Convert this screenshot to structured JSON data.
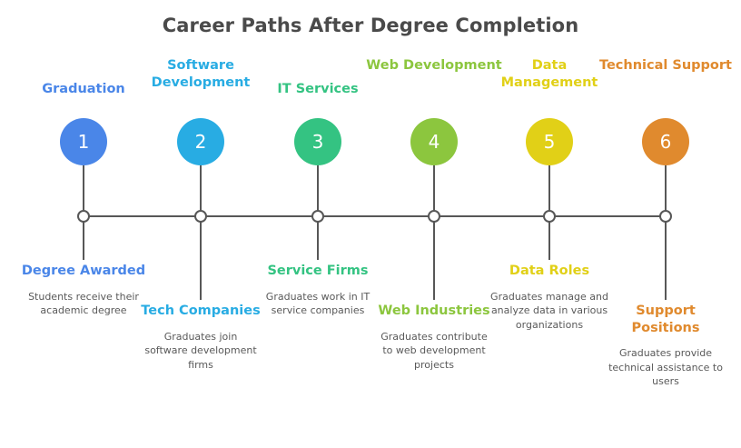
{
  "title": "Career Paths After Degree Completion",
  "title_color": "#4a4a4a",
  "axis_color": "#575757",
  "description_color": "#595959",
  "columns": [
    {
      "heading": "Graduation",
      "number": "1",
      "color": "#4a86e8",
      "block_title": "Degree Awarded",
      "block_desc": "Students receive their academic degree"
    },
    {
      "heading": "Software Development",
      "number": "2",
      "color": "#28ace3",
      "block_title": "Tech Companies",
      "block_desc": "Graduates join software development firms"
    },
    {
      "heading": "IT Services",
      "number": "3",
      "color": "#34c382",
      "block_title": "Service Firms",
      "block_desc": "Graduates work in IT service companies"
    },
    {
      "heading": "Web Development",
      "number": "4",
      "color": "#8cc63e",
      "block_title": "Web Industries",
      "block_desc": "Graduates contribute to web development projects"
    },
    {
      "heading": "Data Management",
      "number": "5",
      "color": "#e1d017",
      "block_title": "Data Roles",
      "block_desc": "Graduates manage and analyze data in various organizations"
    },
    {
      "heading": "Technical Support",
      "number": "6",
      "color": "#e08a2e",
      "block_title": "Support Positions",
      "block_desc": "Graduates provide technical assistance to users"
    }
  ]
}
